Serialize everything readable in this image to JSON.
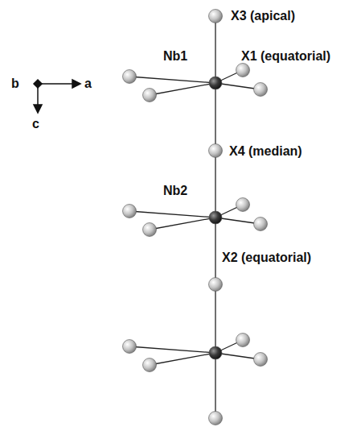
{
  "diagram": {
    "labels": [
      "X3 (apical)",
      "Nb1",
      "X1 (equatorial)",
      "X4 (median)",
      "Nb2",
      "X2 (equatorial)",
      "b",
      "a",
      "c"
    ]
  }
}
